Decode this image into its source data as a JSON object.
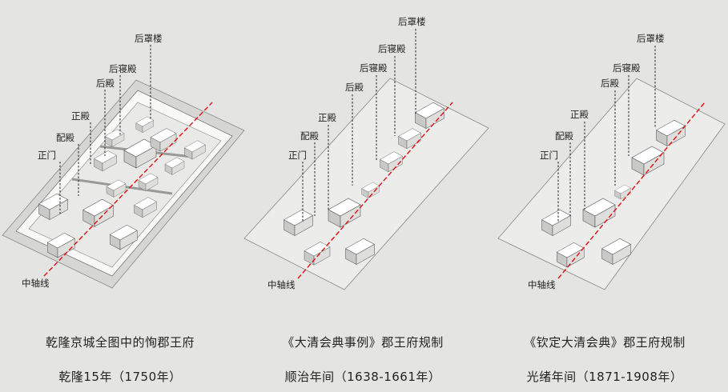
{
  "panels": [
    {
      "labels": {
        "rear_tower": "后罩楼",
        "rear_hall": "后寝殿",
        "back_hall": "后殿",
        "main_hall": "正殿",
        "side_hall": "配殿",
        "gate": "正门",
        "axis": "中轴线"
      },
      "caption_line1": "乾隆京城全图中的恂郡王府",
      "caption_line2": "乾隆15年（1750年）"
    },
    {
      "labels": {
        "rear_tower": "后罩楼",
        "rear_hall": "后寝殿",
        "back_hall_2": "后寝殿",
        "back_hall": "后殿",
        "main_hall": "正殿",
        "side_hall": "配殿",
        "gate": "正门",
        "axis": "中轴线"
      },
      "caption_line1": "《大清会典事例》郡王府规制",
      "caption_line2": "顺治年间（1638-1661年）"
    },
    {
      "labels": {
        "rear_tower": "后罩楼",
        "rear_hall": "后寝殿",
        "back_hall": "后殿",
        "main_hall": "正殿",
        "side_hall": "配殿",
        "gate": "正门",
        "axis": "中轴线"
      },
      "caption_line1": "《钦定大清会典》郡王府规制",
      "caption_line2": "光绪年间（1871-1908年）"
    }
  ],
  "colors": {
    "background": "#e4e4e2",
    "ground": "#ececea",
    "axis_line": "#e01010",
    "wall": "#f7f7f5",
    "roof": "#ffffff"
  }
}
